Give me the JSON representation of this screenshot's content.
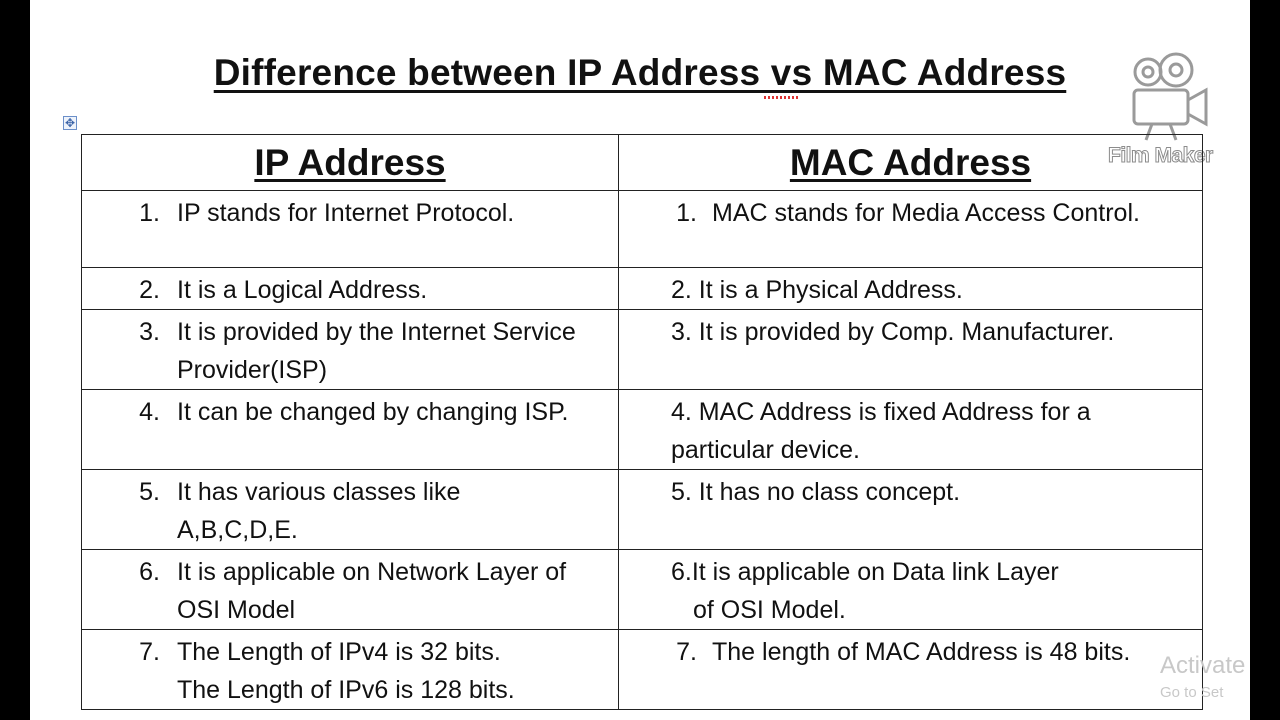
{
  "title": "Difference between IP Address vs MAC Address",
  "watermark": {
    "text": "Film Maker",
    "icon": "camera-icon"
  },
  "activation": {
    "line1": "Activate",
    "line2": "Go to Set"
  },
  "table": {
    "headers": [
      "IP Address",
      "MAC Address"
    ],
    "rows": [
      {
        "ip": {
          "num": "1.",
          "text": "IP stands for Internet Protocol."
        },
        "mac": {
          "num": "1.",
          "text": "MAC stands for Media Access Control."
        }
      },
      {
        "ip": {
          "num": "2.",
          "text": "It is a Logical Address."
        },
        "mac": {
          "text": "2. It is a Physical Address."
        }
      },
      {
        "ip": {
          "num": "3.",
          "text": "It is provided by the Internet Service Provider(ISP)"
        },
        "mac": {
          "text": "3. It is provided by Comp. Manufacturer."
        }
      },
      {
        "ip": {
          "num": "4.",
          "text": "It can be changed by changing ISP."
        },
        "mac": {
          "text": "4. MAC Address is fixed Address for a particular device."
        }
      },
      {
        "ip": {
          "num": "5.",
          "text": "It has various classes like A,B,C,D,E."
        },
        "mac": {
          "text": "5. It has no class concept."
        }
      },
      {
        "ip": {
          "num": "6.",
          "text": "It is applicable on Network Layer of OSI Model"
        },
        "mac": {
          "line1": "6.It is applicable on Data link Layer",
          "line2": "of OSI Model."
        }
      },
      {
        "ip": {
          "num": "7.",
          "line1": "The Length of IPv4 is 32 bits.",
          "line2": "The Length of IPv6 is 128 bits."
        },
        "mac": {
          "num": "7.",
          "text": "The length of MAC Address is 48 bits."
        }
      }
    ]
  }
}
